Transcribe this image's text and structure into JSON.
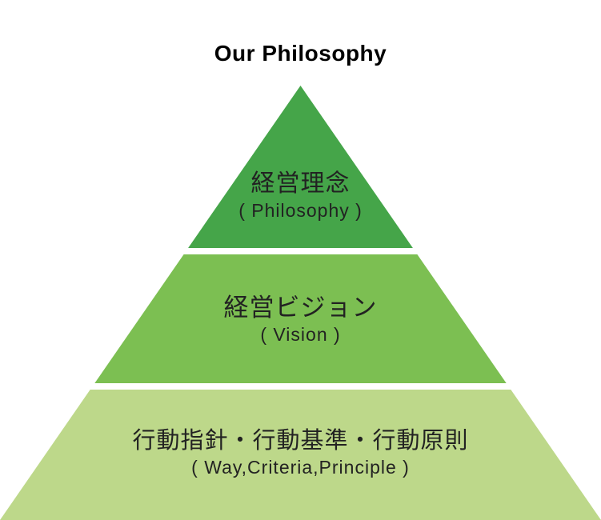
{
  "title": "Our Philosophy",
  "pyramid": {
    "tiers": [
      {
        "label_jp": "経営理念",
        "label_en": "( Philosophy )",
        "color": "#45a549"
      },
      {
        "label_jp": "経営ビジョン",
        "label_en": "( Vision )",
        "color": "#7cbf52"
      },
      {
        "label_jp": "行動指針・行動基準・行動原則",
        "label_en": "( Way,Criteria,Principle )",
        "color": "#bdd88a"
      }
    ],
    "text_color": "#222222",
    "background_color": "#ffffff"
  }
}
